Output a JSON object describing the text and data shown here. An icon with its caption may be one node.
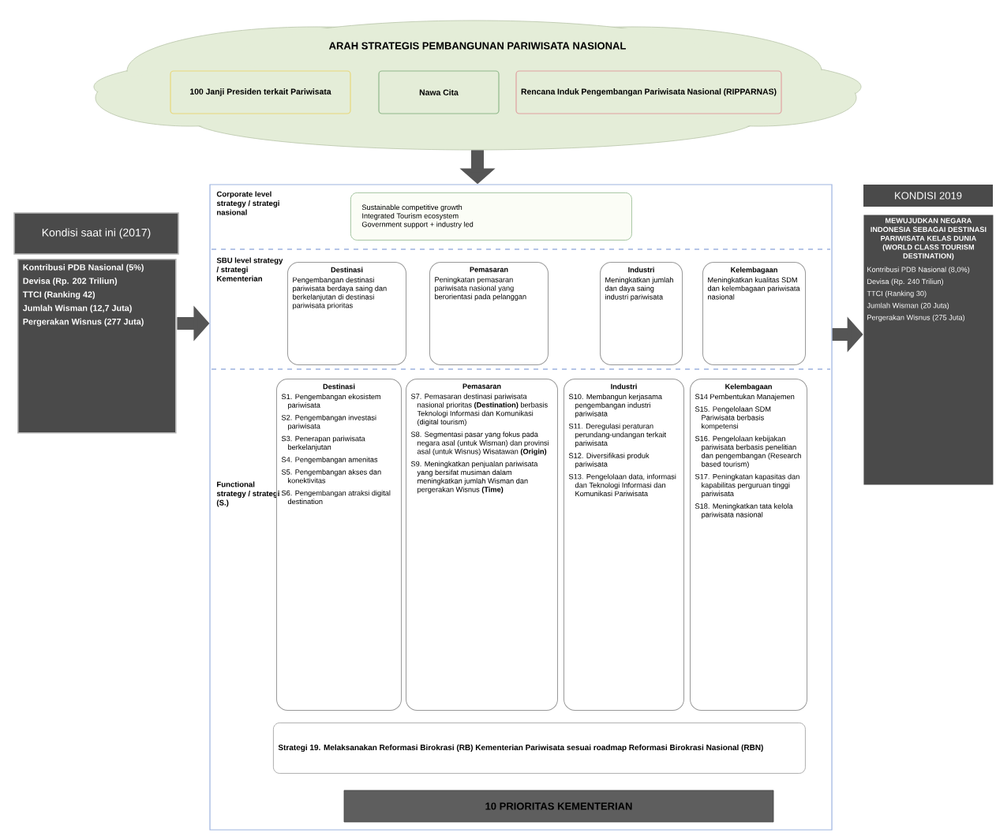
{
  "diagram": {
    "nodes": [
      {
        "text": [
          "ARAH STRATEGIS PEMBANGUNAN PARIWISATA NASIONAL"
        ]
      },
      {
        "text": [
          "100 Janji Presiden terkait Pariwisata"
        ],
        "in": 0
      },
      {
        "text": [
          "Nawa Cita"
        ],
        "in": 0
      },
      {
        "text": [
          "Rencana Induk Pengembangan Pariwisata Nasional (RIPPARNAS)"
        ],
        "in": 0
      },
      {
        "text": [
          "Kondisi saat ini (2017)",
          "Kontribusi PDB Nasional (5%)",
          "Devisa (Rp. 202 Triliun)",
          "TTCI (Ranking 42)",
          "Jumlah Wisman (12,7 Juta)",
          "Pergerakan Wisnus (277 Juta)"
        ]
      },
      {
        "text": [],
        "shape": "box"
      },
      {
        "text": [
          "Sustainable competitive growth",
          "Integrated Tourism ecosystem",
          "Government support + industry led"
        ],
        "in": 5
      },
      {
        "text": [
          "Destinasi",
          "Pengembangan destinasi pariwisata berdaya saing dan berkelanjutan di destinasi pariwisata prioritas"
        ],
        "in": 5
      },
      {
        "text": [
          "Pemasaran",
          "Peningkatan pemasaran pariwisata nasional yang berorientasi pada pelanggan"
        ],
        "in": 5
      },
      {
        "text": [
          "Industri",
          "Meningkatkan jumlah dan daya saing industri pariwisata"
        ],
        "in": 5
      },
      {
        "text": [
          "Kelembagaan",
          "Meningkatkan kualitas SDM dan kelembagaan pariwisata nasional"
        ],
        "in": 5
      },
      {
        "text": [
          "Destinasi",
          "S1. Pengembangan ekosistem pariwisata",
          "S2. Pengembangan investasi pariwisata",
          "S3. Penerapan pariwisata berkelanjutan",
          "S4. Pengembangan amenitas",
          "S5. Pengembangan akses dan konektivitas",
          "S6. Pengembangan atraksi digital destination"
        ],
        "in": 5
      },
      {
        "text": [
          "Pemasaran",
          "S7. Pemasaran destinasi pariwisata nasional prioritas **(Destination)** berbasis Teknologi Informasi dan Komunikasi (digital tourism)",
          "S8. Segmentasi pasar yang fokus pada negara asal (untuk Wisman) dan provinsi asal (untuk Wisnus) Wisatawan **(Origin)**",
          "S9. Meningkatkan penjualan pariwisata yang bersifat musiman dalam meningkatkan jumlah Wisman dan pergerakan Wisnus **(Time)**"
        ],
        "in": 5
      },
      {
        "text": [
          "Industri",
          "S10. Membangun kerjasama pengembangan industri pariwisata",
          "S11. Deregulasi peraturan perundang-undangan terkait pariwisata",
          "S12. Diversifikasi produk pariwisata",
          "S13. Pengelolaan data, informasi dan Teknologi Informasi dan Komunikasi Pariwisata"
        ],
        "in": 5
      },
      {
        "text": [
          "Kelembagaan",
          "S14 Pembentukan Manajemen",
          "S15. Pengelolaan SDM Pariwisata berbasis kompetensi",
          "S16. Pengelolaan kebijakan pariwisata berbasis penelitian dan pengembangan (Research based tourism)",
          "S17. Peningkatan kapasitas dan kapabilitas perguruan tinggi pariwisata",
          "S18. Meningkatkan tata kelola pariwisata nasional"
        ],
        "in": 5
      },
      {
        "text": [
          "Strategi 19. Melaksanakan Reformasi Birokrasi (RB) Kementerian Pariwisata sesuai roadmap Reformasi Birokrasi Nasional (RBN)"
        ],
        "in": 5
      },
      {
        "text": [
          "10 PRIORITAS KEMENTERIAN"
        ],
        "in": 5
      },
      {
        "text": [
          "KONDISI 2019",
          "MEWUJUDKAN NEGARA INDONESIA SEBAGAI DESTINASI PARIWISATA KELAS DUNIA (WORLD CLASS TOURISM DESTINATION)",
          "Kontribusi PDB Nasional (8,0%)",
          "Devisa (Rp. 240 Triliun)",
          "TTCI (Ranking 30)",
          "Jumlah Wisman (20 Juta)",
          "Pergerakan Wisnus (275 Juta)"
        ]
      }
    ],
    "edges": [
      {
        "from": 0,
        "to": 5,
        "arrow": "to",
        "color": "#555555"
      },
      {
        "from": 4,
        "to": 5,
        "arrow": "to",
        "color": "#555555"
      },
      {
        "from": 5,
        "to": 17,
        "arrow": "to",
        "color": "#555555"
      }
    ],
    "labels": [
      "Corporate level strategy / strategi nasional",
      "SBU level strategy / strategi Kementerian",
      "Functional strategy / strategi (S.)"
    ]
  }
}
